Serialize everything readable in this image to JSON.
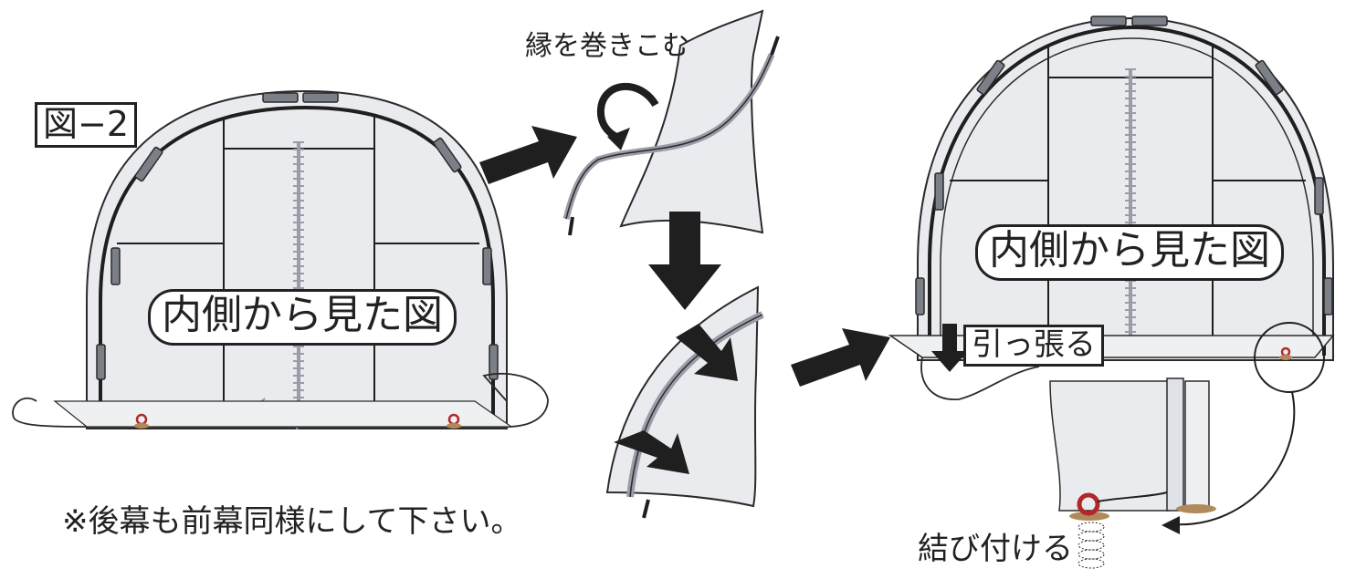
{
  "figure_label": "図−2",
  "inside_view_label": "内側から見た図",
  "inside_view_label_2": "内側から見た図",
  "roll_edge_label": "縁を巻きこむ",
  "pull_label": "引っ張る",
  "tie_label": "結び付ける",
  "note": "※後幕も前幕同様にして下さい。",
  "colors": {
    "line": "#1f1f1f",
    "film": "#e6e8ec",
    "clip": "#7a7f88",
    "zipper": "#9a9ca8",
    "ring": "#b0282a",
    "peg": "#b08a5a"
  }
}
